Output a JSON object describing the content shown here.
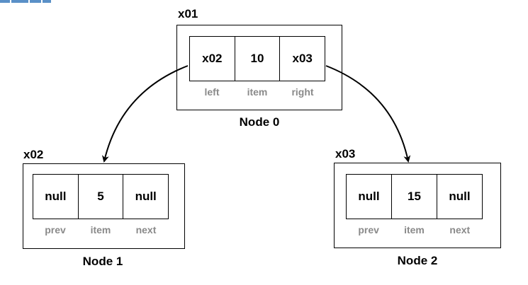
{
  "nodes": {
    "node0": {
      "address": "x01",
      "caption": "Node 0",
      "fields": [
        {
          "label": "left",
          "value": "x02"
        },
        {
          "label": "item",
          "value": "10"
        },
        {
          "label": "right",
          "value": "x03"
        }
      ]
    },
    "node1": {
      "address": "x02",
      "caption": "Node 1",
      "fields": [
        {
          "label": "prev",
          "value": "null"
        },
        {
          "label": "item",
          "value": "5"
        },
        {
          "label": "next",
          "value": "null"
        }
      ]
    },
    "node2": {
      "address": "x03",
      "caption": "Node 2",
      "fields": [
        {
          "label": "prev",
          "value": "null"
        },
        {
          "label": "item",
          "value": "15"
        },
        {
          "label": "next",
          "value": "null"
        }
      ]
    }
  },
  "colors": {
    "stroke": "#000000",
    "field_label": "#8a8a8a",
    "crop_artifact": "#5a90c7"
  }
}
